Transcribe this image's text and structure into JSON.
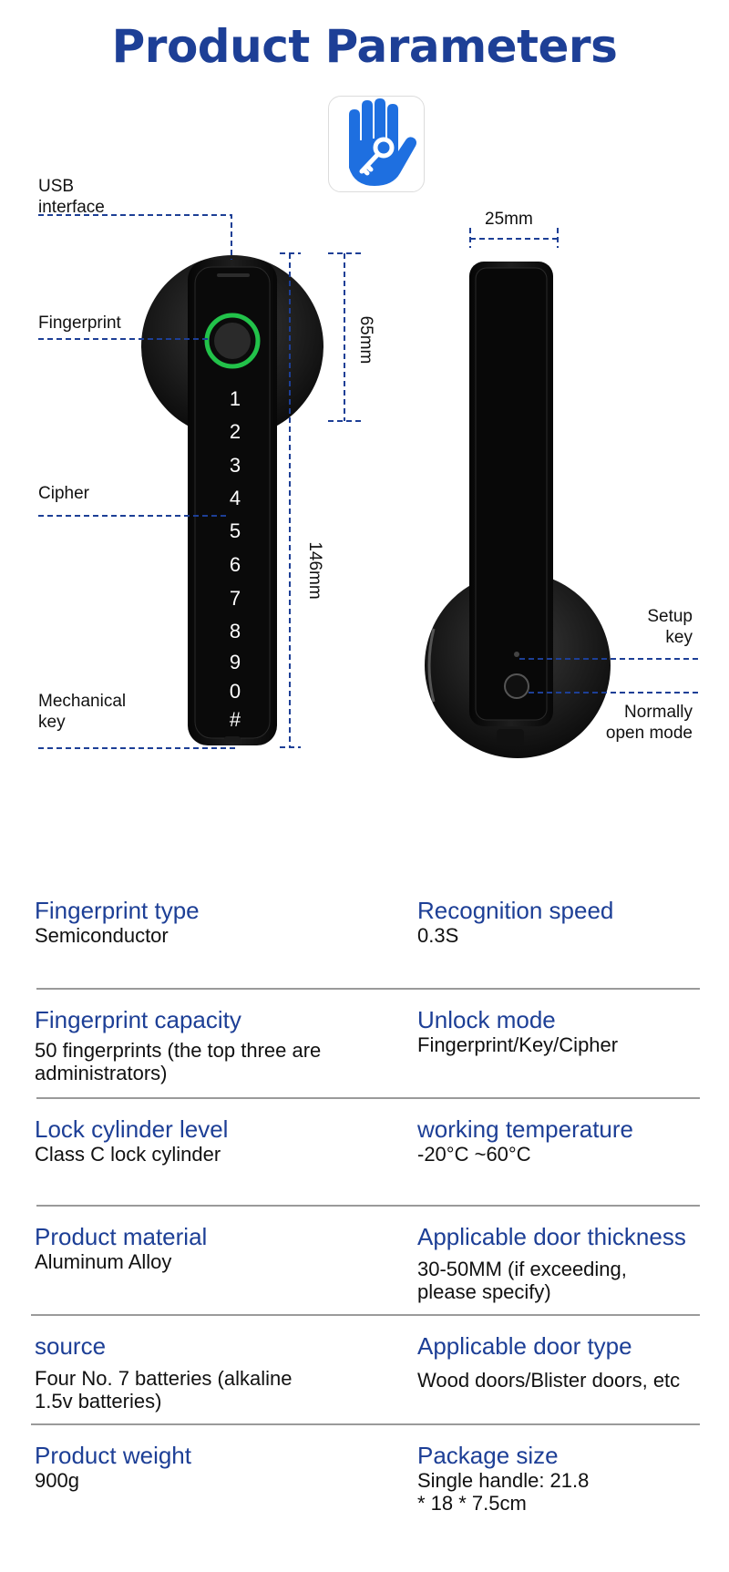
{
  "header": {
    "title": "Product Parameters"
  },
  "callouts": {
    "usb": "USB\ninterface",
    "fingerprint": "Fingerprint",
    "cipher": "Cipher",
    "mechanical_key": "Mechanical\nkey",
    "setup_key": "Setup\nkey",
    "normally_open": "Normally\nopen mode"
  },
  "dimensions": {
    "height_short": "65mm",
    "height_long": "146mm",
    "width": "25mm"
  },
  "keypad": [
    "1",
    "2",
    "3",
    "4",
    "5",
    "6",
    "7",
    "8",
    "9",
    "0",
    "#"
  ],
  "specs": [
    {
      "label": "Fingerprint type",
      "value": "Semiconductor"
    },
    {
      "label": "Recognition speed",
      "value": "0.3S"
    },
    {
      "label": "Fingerprint capacity",
      "value": "50 fingerprints (the top three are administrators)"
    },
    {
      "label": "Unlock mode",
      "value": "Fingerprint/Key/Cipher"
    },
    {
      "label": "Lock cylinder level",
      "value": "Class C lock cylinder"
    },
    {
      "label": "working temperature",
      "value": "-20°C ~60°C"
    },
    {
      "label": "Product material",
      "value": "Aluminum Alloy"
    },
    {
      "label": "Applicable door thickness",
      "value": "30-50MM (if exceeding, please specify)"
    },
    {
      "label": "source",
      "value": "Four No. 7 batteries (alkaline 1.5v batteries)"
    },
    {
      "label": "Applicable door type",
      "value": "Wood doors/Blister doors, etc"
    },
    {
      "label": "Product weight",
      "value": "900g"
    },
    {
      "label": "Package size",
      "value": "Single handle: 21.8 * 18 * 7.5cm"
    }
  ],
  "colors": {
    "accent": "#1d3f96",
    "dashed": "#1d3f96",
    "lock_body": "#111111",
    "fingerprint_ring": "#22c24a",
    "logo": "#1e6fe0"
  },
  "icons": {
    "logo": "hand-key-icon"
  }
}
